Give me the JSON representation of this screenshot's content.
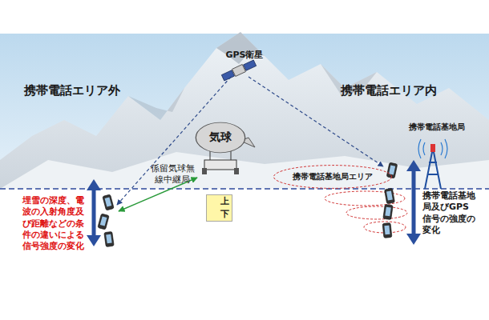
{
  "diagram": {
    "nodes": [
      {
        "text": [
          "気球"
        ]
      },
      {
        "text": [
          "上",
          "下"
        ]
      },
      {
        "text": [
          "携帯電話基地局エリア"
        ]
      }
    ],
    "labels": [
      "GPS衛星",
      "携帯電話エリア外",
      "携帯電話エリア内",
      "携帯電話基地局",
      "係留気球無線中継局",
      "埋雪の深度、電波の入射角度及び距離などの条件の違いによる信号強度の変化",
      "携帯電話基地局及びGPS信号の強度の変化"
    ]
  }
}
